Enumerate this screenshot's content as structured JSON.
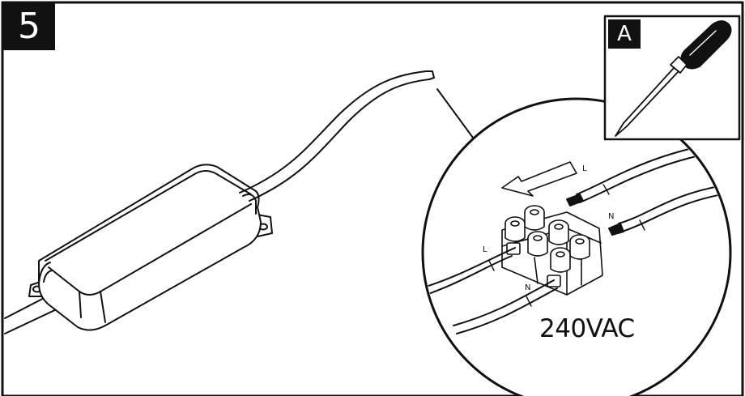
{
  "step": {
    "number": "5"
  },
  "tool_panel": {
    "label": "A",
    "icon": "screwdriver-icon"
  },
  "detail": {
    "voltage": "240VAC",
    "incoming_live": "L",
    "incoming_neutral": "N",
    "terminal_live": "L",
    "terminal_neutral": "N",
    "arrow_icon": "direction-arrow-icon"
  },
  "colors": {
    "line": "#111111",
    "background": "#ffffff",
    "badge": "#111111"
  }
}
